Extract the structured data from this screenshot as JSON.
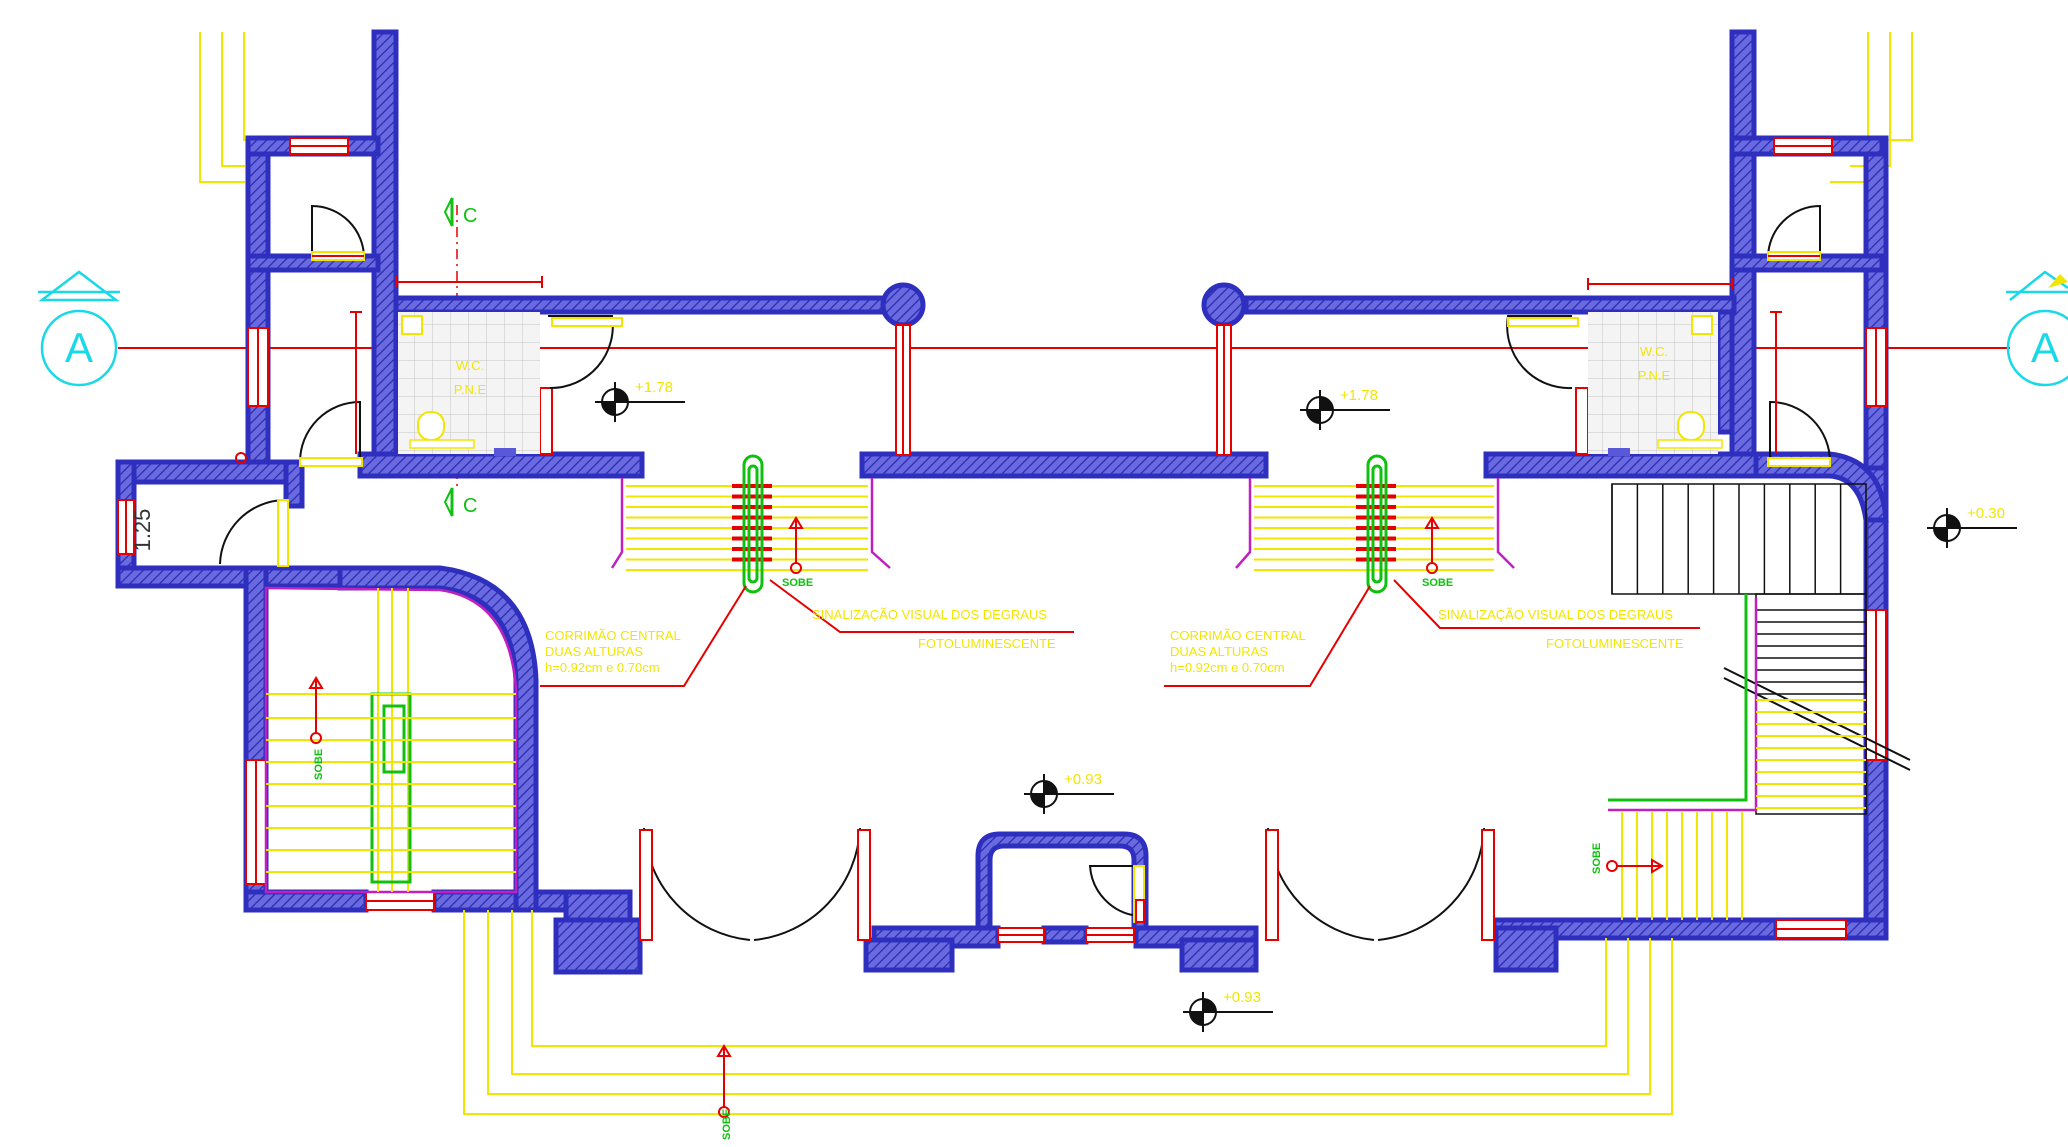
{
  "section_markers": [
    {
      "id": "A",
      "label": "A",
      "side": "left"
    },
    {
      "id": "A",
      "label": "A",
      "side": "right"
    },
    {
      "id": "C",
      "label": "C",
      "position": "top"
    },
    {
      "id": "C",
      "label": "C",
      "position": "bottom"
    }
  ],
  "rooms": {
    "wc_left": {
      "line1": "W.C.",
      "line2": "P.N.E"
    },
    "wc_right": {
      "line1": "W.C.",
      "line2": "P.N.E"
    }
  },
  "levels": [
    "+1.78",
    "+1.78",
    "+0.30",
    "+0.93",
    "+0.93"
  ],
  "dimensions": {
    "door_width": "1.25"
  },
  "stair_labels": [
    "SOBE",
    "SOBE",
    "SOBE",
    "SOBE",
    "SOBE"
  ],
  "annotations": {
    "left_handrail": [
      "CORRIMÃO CENTRAL",
      "DUAS ALTURAS",
      "h=0.92cm e 0.70cm"
    ],
    "left_signal": [
      "SINALIZAÇÃO VISUAL DOS DEGRAUS",
      "FOTOLUMINESCENTE"
    ],
    "right_handrail": [
      "CORRIMÃO CENTRAL",
      "DUAS ALTURAS",
      "h=0.92cm e 0.70cm"
    ],
    "right_signal": [
      "SINALIZAÇÃO VISUAL DOS DEGRAUS",
      "FOTOLUMINESCENTE"
    ]
  },
  "colors": {
    "wall": "#2f2fbf",
    "hatch": "#5858d8",
    "stairs": "#f2e600",
    "openings": "#e60000",
    "handrail": "#10c010",
    "railing_end": "#c020c0",
    "section_symbol": "#19d8e8"
  }
}
